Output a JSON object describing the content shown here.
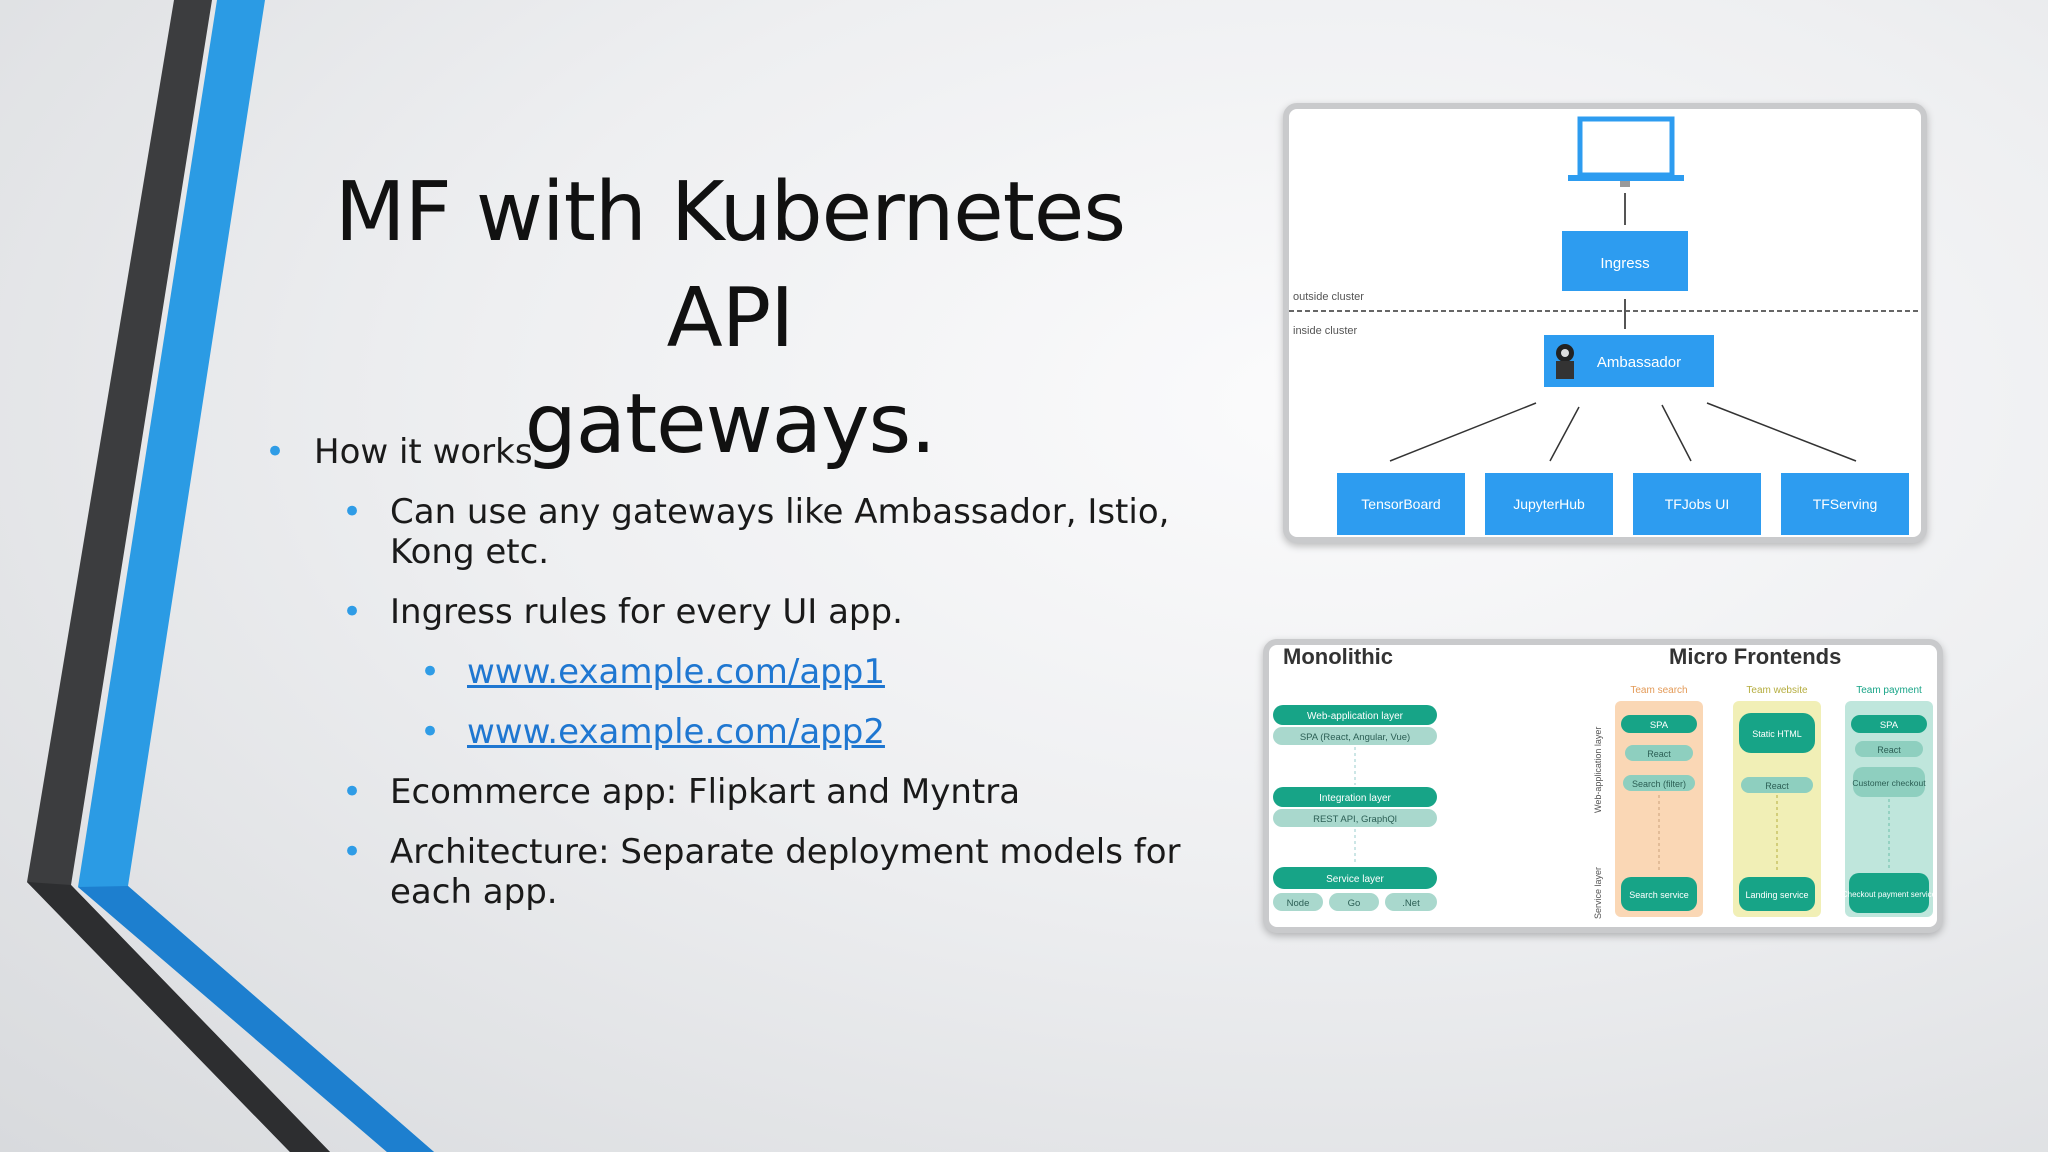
{
  "slide": {
    "title_line1": "MF with Kubernetes API",
    "title_line2": "gateways.",
    "bullets": [
      {
        "level": 1,
        "text": "How it works"
      },
      {
        "level": 2,
        "text": "Can use any gateways like Ambassador, Istio, Kong etc."
      },
      {
        "level": 2,
        "text": "Ingress rules for every UI app."
      },
      {
        "level": 3,
        "text": "www.example.com/app1",
        "link": true
      },
      {
        "level": 3,
        "text": "www.example.com/app2",
        "link": true
      },
      {
        "level": 2,
        "text": "Ecommerce app: Flipkart and Myntra"
      },
      {
        "level": 2,
        "text": "Architecture: Separate deployment models for each app."
      }
    ],
    "colors": {
      "bullet": "#2f9ce6",
      "link": "#1f77d1",
      "accent_blue": "#2196f3",
      "accent_dark": "#3a3b3d",
      "node_blue": "#2d9cf0",
      "team_green": "#17a487"
    }
  },
  "diagram1": {
    "outside_label": "outside cluster",
    "inside_label": "inside cluster",
    "ingress": "Ingress",
    "ambassador": "Ambassador",
    "icon": "laptop-icon",
    "services": [
      "TensorBoard",
      "JupyterHub",
      "TFJobs UI",
      "TFServing"
    ]
  },
  "diagram2": {
    "left_title": "Monolithic",
    "right_title": "Micro Frontends",
    "mono_layers": [
      "Web-application layer",
      "SPA (React, Angular, Vue)",
      "Integration layer",
      "REST API, GraphQl",
      "Service layer"
    ],
    "mono_services": [
      "Node",
      "Go",
      ".Net"
    ],
    "axis_top": "Web-application layer",
    "axis_bottom": "Service layer",
    "teams": [
      {
        "name": "Team search",
        "items": [
          "SPA",
          "React",
          "Search (filter)"
        ],
        "service": "Search service"
      },
      {
        "name": "Team website",
        "items": [
          "Static HTML",
          "React"
        ],
        "service": "Landing service"
      },
      {
        "name": "Team payment",
        "items": [
          "SPA",
          "React",
          "Customer checkout"
        ],
        "service": "Checkout payment service"
      }
    ]
  }
}
